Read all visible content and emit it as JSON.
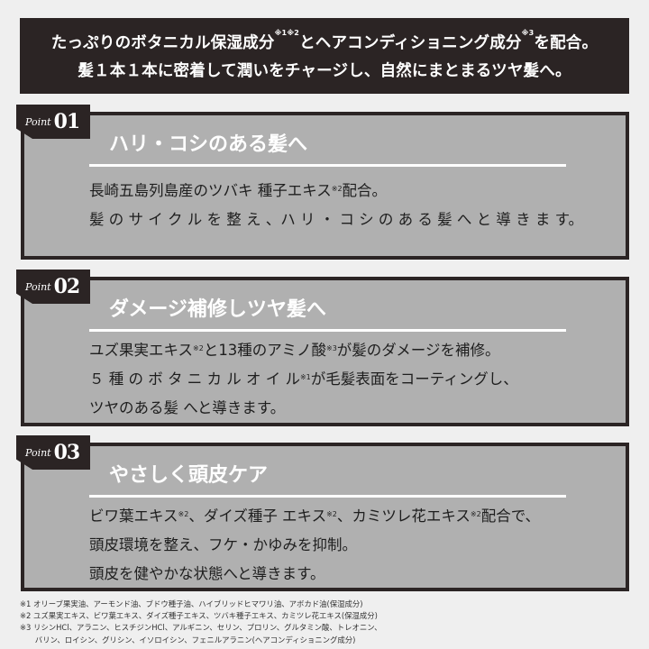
{
  "header": {
    "line1_a": "たっぷりのボタニカル保湿成分",
    "line1_sup1": "※1※2",
    "line1_b": "とヘアコンディショニング成分",
    "line1_sup2": "※3",
    "line1_c": "を配合。",
    "line2": "髪１本１本に密着して潤いをチャージし、自然にまとまるツヤ髪へ。"
  },
  "points": [
    {
      "badge_prefix": "Point",
      "badge_num": "01",
      "title": "ハリ・コシのある髪へ",
      "lines": [
        {
          "text": "長崎五島列島産のツバキ 種子エキス",
          "sup": "※2",
          "tail": "配合。"
        },
        {
          "text": "髪 の サ イ ク ル を 整 え 、ハ リ ・ コ シ の あ る 髪 へ と 導 き ま す。",
          "sup": "",
          "tail": ""
        }
      ]
    },
    {
      "badge_prefix": "Point",
      "badge_num": "02",
      "title": "ダメージ補修しツヤ髪へ",
      "lines": [
        {
          "text": "ユズ果実エキス",
          "sup": "※2",
          "tail": "と13種のアミノ酸",
          "sup2": "※3",
          "tail2": "が髪のダメージを補修。"
        },
        {
          "text": "５ 種 の ボ タ ニ カ ル オ イ ル",
          "sup": "※1",
          "tail": "が毛髪表面をコーティングし、"
        },
        {
          "text": "ツヤのある髪 へと導きます。",
          "sup": "",
          "tail": ""
        }
      ]
    },
    {
      "badge_prefix": "Point",
      "badge_num": "03",
      "title": "やさしく頭皮ケア",
      "lines": [
        {
          "text": "ビワ葉エキス",
          "sup": "※2",
          "tail": "、ダイズ種子 エキス",
          "sup2": "※2",
          "tail2": "、カミツレ花エキス",
          "sup3": "※2",
          "tail3": "配合で、"
        },
        {
          "text": "頭皮環境を整え、フケ・かゆみを抑制。",
          "sup": "",
          "tail": ""
        },
        {
          "text": "頭皮を健やかな状態へと導きます。",
          "sup": "",
          "tail": ""
        }
      ]
    }
  ],
  "footnotes": [
    "※1 オリーブ果実油、アーモンド油、ブドウ種子油、ハイブリッドヒマワリ油、アボカド油(保湿成分)",
    "※2 ユズ果実エキス、ビワ葉エキス、ダイズ種子エキス、ツバキ種子エキス、カミツレ花エキス(保湿成分)",
    "※3 リシンHCl、アラニン、ヒスチジンHCl、アルギニン、セリン、プロリン、グルタミン酸、トレオニン、",
    "　　バリン、ロイシン、グリシン、イソロイシン、フェニルアラニン(ヘアコンディショニング成分)"
  ]
}
